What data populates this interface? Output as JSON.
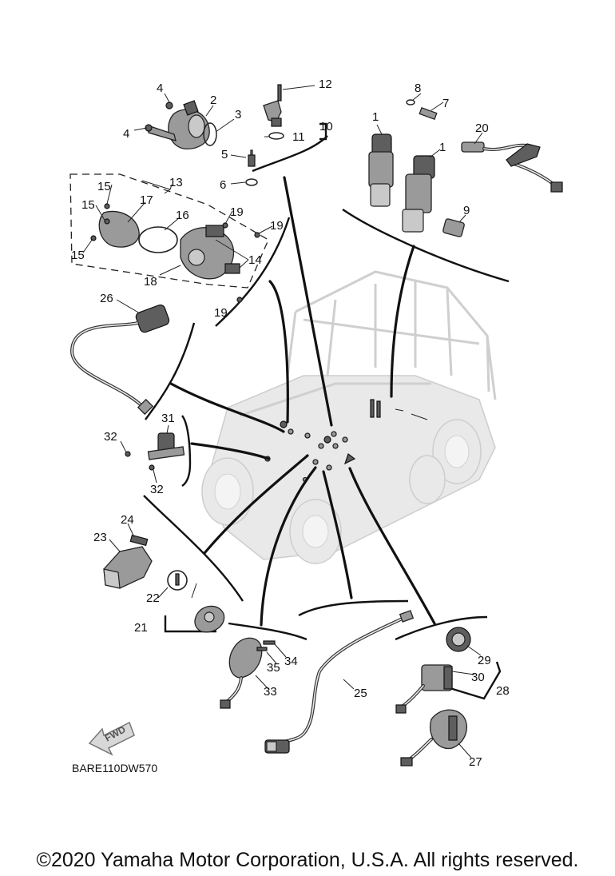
{
  "diagram": {
    "part_labels": [
      {
        "id": "p1a",
        "text": "1"
      },
      {
        "id": "p1b",
        "text": "1"
      },
      {
        "id": "p2",
        "text": "2"
      },
      {
        "id": "p3",
        "text": "3"
      },
      {
        "id": "p4a",
        "text": "4"
      },
      {
        "id": "p4b",
        "text": "4"
      },
      {
        "id": "p5",
        "text": "5"
      },
      {
        "id": "p6",
        "text": "6"
      },
      {
        "id": "p7",
        "text": "7"
      },
      {
        "id": "p8",
        "text": "8"
      },
      {
        "id": "p9",
        "text": "9"
      },
      {
        "id": "p10",
        "text": "10"
      },
      {
        "id": "p11",
        "text": "11"
      },
      {
        "id": "p12",
        "text": "12"
      },
      {
        "id": "p13",
        "text": "13"
      },
      {
        "id": "p14",
        "text": "14"
      },
      {
        "id": "p15a",
        "text": "15"
      },
      {
        "id": "p15b",
        "text": "15"
      },
      {
        "id": "p15c",
        "text": "15"
      },
      {
        "id": "p16",
        "text": "16"
      },
      {
        "id": "p17",
        "text": "17"
      },
      {
        "id": "p18",
        "text": "18"
      },
      {
        "id": "p19a",
        "text": "19"
      },
      {
        "id": "p19b",
        "text": "19"
      },
      {
        "id": "p19c",
        "text": "19"
      },
      {
        "id": "p20",
        "text": "20"
      },
      {
        "id": "p21",
        "text": "21"
      },
      {
        "id": "p22",
        "text": "22"
      },
      {
        "id": "p23",
        "text": "23"
      },
      {
        "id": "p24",
        "text": "24"
      },
      {
        "id": "p25",
        "text": "25"
      },
      {
        "id": "p26",
        "text": "26"
      },
      {
        "id": "p27",
        "text": "27"
      },
      {
        "id": "p28",
        "text": "28"
      },
      {
        "id": "p29",
        "text": "29"
      },
      {
        "id": "p30",
        "text": "30"
      },
      {
        "id": "p31",
        "text": "31"
      },
      {
        "id": "p32a",
        "text": "32"
      },
      {
        "id": "p32b",
        "text": "32"
      },
      {
        "id": "p33",
        "text": "33"
      },
      {
        "id": "p34",
        "text": "34"
      },
      {
        "id": "p35",
        "text": "35"
      }
    ],
    "fwd_label": "FWD",
    "diagram_code": "BARE110DW570"
  },
  "footer": {
    "copyright": "©2020 Yamaha Motor Corporation, U.S.A. All rights reserved."
  }
}
